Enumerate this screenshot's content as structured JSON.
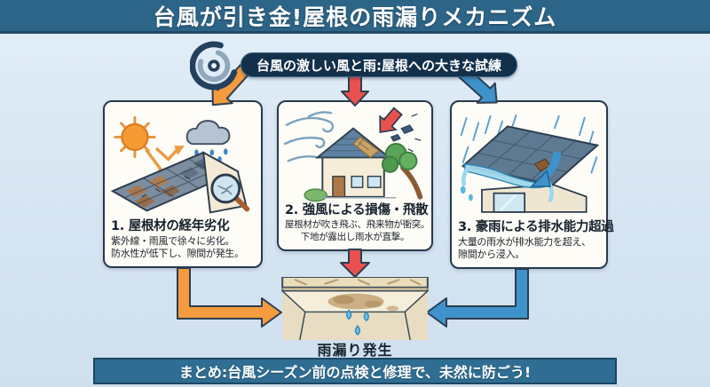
{
  "title": "台風が引き金!屋根の雨漏りメカニズム",
  "subtitle_pill": "台風の激しい風と雨:屋根への大きな試練",
  "panels": [
    {
      "heading": "1. 屋根材の経年劣化",
      "body1": "紫外線・雨風で徐々に劣化。",
      "body2": "防水性が低下し、隙間が発生。"
    },
    {
      "heading": "2. 強風による損傷・飛散",
      "body1": "屋根材が吹き飛ぶ、飛来物が衝突。",
      "body2": "下地が露出し雨水が直撃。"
    },
    {
      "heading": "3. 豪雨による排水能力超過",
      "body1": "大量の雨水が排水能力を超え、",
      "body2": "隙間から浸入。"
    }
  ],
  "leak_label": "雨漏り発生",
  "summary": "まとめ:台風シーズン前の点検と修理で、未然に防ごう!",
  "colors": {
    "banner": "#2d6588",
    "pill": "#13304b",
    "background": "#d6e5f2",
    "panel_border": "#27394d",
    "arrow_orange": "#f39b3e",
    "arrow_red": "#e8514f",
    "arrow_blue": "#3f93cc",
    "summary_banner": "#2f6d92"
  }
}
